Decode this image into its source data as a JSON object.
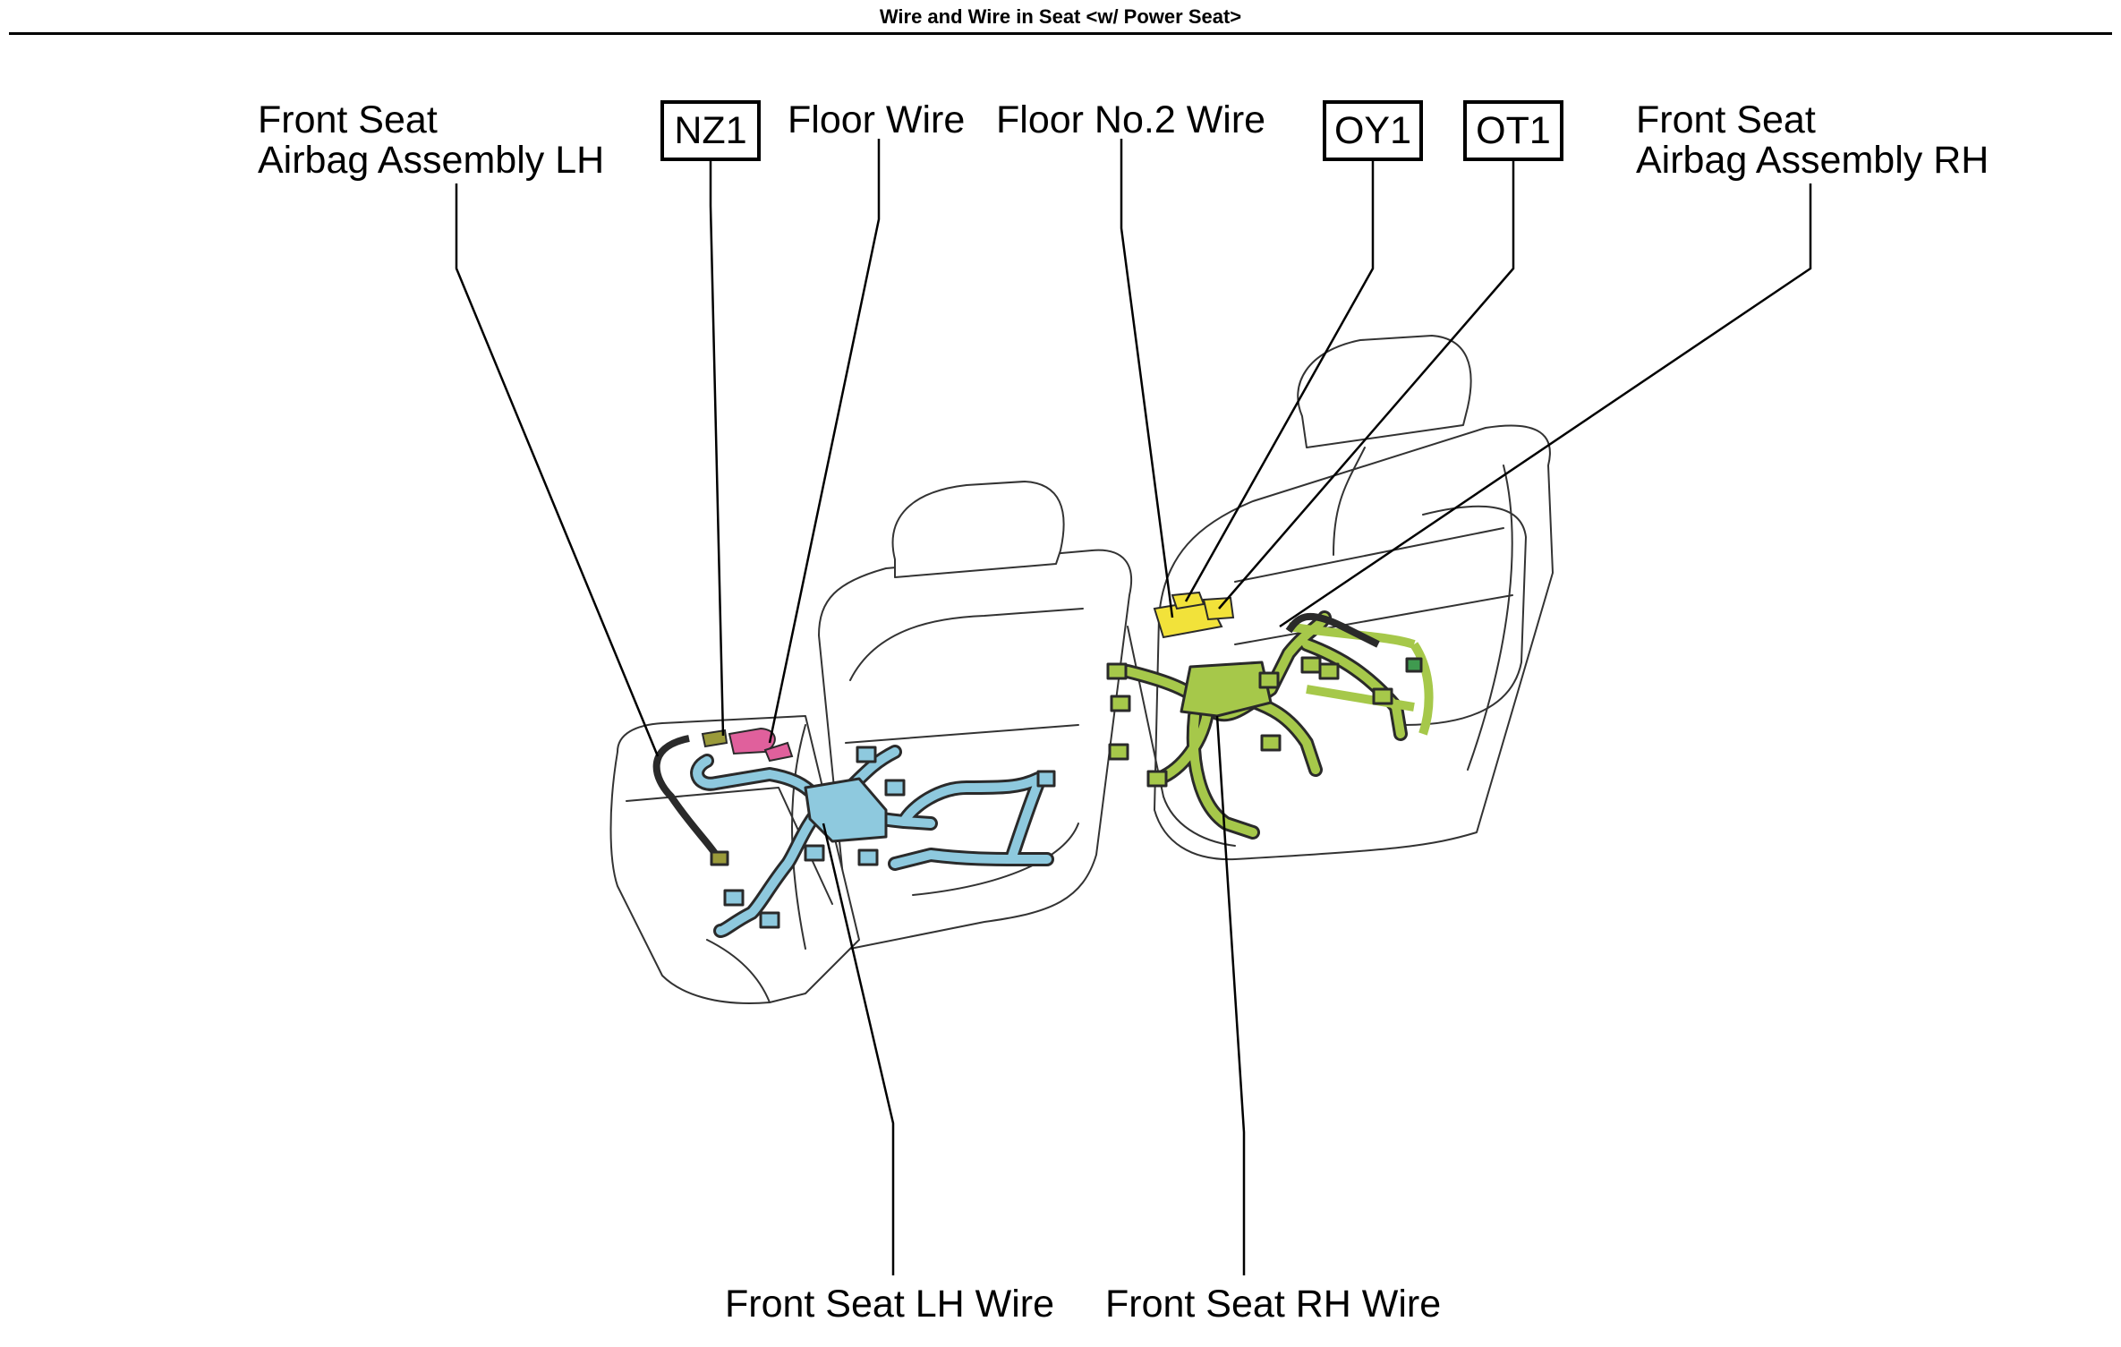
{
  "header": {
    "title": "Wire and Wire in Seat <w/ Power Seat>"
  },
  "labels": {
    "front_seat_airbag_lh": {
      "line1": "Front Seat",
      "line2": "Airbag Assembly LH"
    },
    "floor_wire": "Floor Wire",
    "floor_no2_wire": "Floor No.2 Wire",
    "front_seat_airbag_rh": {
      "line1": "Front Seat",
      "line2": "Airbag Assembly RH"
    },
    "front_seat_lh_wire": "Front Seat LH Wire",
    "front_seat_rh_wire": "Front Seat RH Wire"
  },
  "connector_codes": {
    "nz1": "NZ1",
    "oy1": "OY1",
    "ot1": "OT1"
  },
  "colors": {
    "lh_harness": "#8ec9de",
    "rh_harness": "#a6c84a",
    "floor_wire_connector": "#e0609c",
    "floor_no2_connector": "#f2e23a",
    "airbag_lh_connector": "#9a9a3a",
    "airbag_rh_connector": "#3f9a4f",
    "harness_outline": "#2a2a2a"
  }
}
